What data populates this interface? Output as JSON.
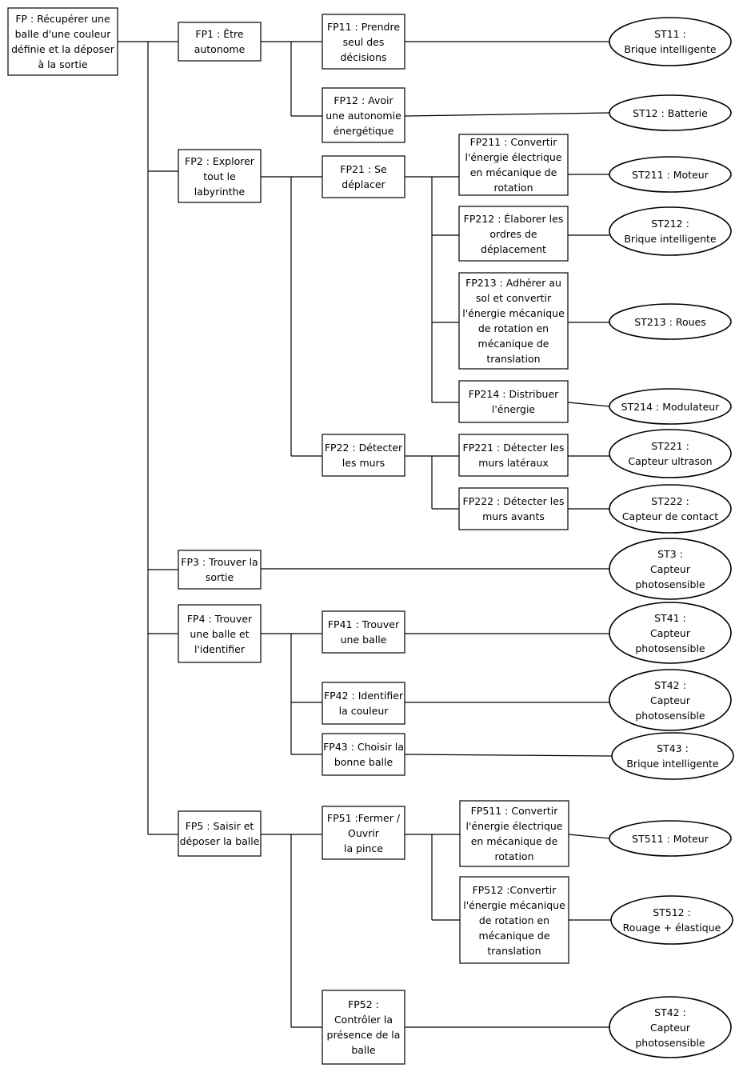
{
  "functions": {
    "fp": [
      "FP : Récupérer une",
      "balle d'une couleur",
      "définie et la déposer",
      "à la sortie"
    ],
    "fp1": [
      "FP1 : Être",
      "autonome"
    ],
    "fp11": [
      "FP11 : Prendre",
      "seul des",
      "décisions"
    ],
    "fp12": [
      "FP12 : Avoir",
      "une autonomie",
      "énergétique"
    ],
    "fp2": [
      "FP2 : Explorer",
      "tout le",
      "labyrinthe"
    ],
    "fp21": [
      "FP21 : Se",
      "déplacer"
    ],
    "fp211": [
      "FP211 : Convertir",
      "l'énergie électrique",
      "en mécanique de",
      "rotation"
    ],
    "fp212": [
      "FP212 : Élaborer les",
      "ordres de",
      "déplacement"
    ],
    "fp213": [
      "FP213 : Adhérer au",
      "sol et convertir",
      "l'énergie mécanique",
      "de rotation en",
      "mécanique de",
      "translation"
    ],
    "fp214": [
      "FP214 : Distribuer",
      "l'énergie"
    ],
    "fp22": [
      "FP22 : Détecter",
      "les murs"
    ],
    "fp221": [
      "FP221 : Détecter les",
      "murs latéraux"
    ],
    "fp222": [
      "FP222 : Détecter les",
      "murs avants"
    ],
    "fp3": [
      "FP3 : Trouver la",
      "sortie"
    ],
    "fp4": [
      "FP4 : Trouver",
      "une balle et",
      "l'identifier"
    ],
    "fp41": [
      "FP41 : Trouver",
      "une balle"
    ],
    "fp42": [
      "FP42 : Identifier",
      "la couleur"
    ],
    "fp43": [
      "FP43 : Choisir la",
      "bonne balle"
    ],
    "fp5": [
      "FP5 : Saisir et",
      "déposer la balle"
    ],
    "fp51": [
      "FP51 :Fermer /",
      "Ouvrir",
      "la pince"
    ],
    "fp511": [
      "FP511 : Convertir",
      "l'énergie électrique",
      "en mécanique de",
      "rotation"
    ],
    "fp512": [
      "FP512 :Convertir",
      "l'énergie mécanique",
      "de rotation en",
      "mécanique de",
      "translation"
    ],
    "fp52": [
      "FP52 :",
      "Contrôler la",
      "présence de la",
      "balle"
    ]
  },
  "solutions": {
    "st11": [
      "ST11 :",
      "Brique intelligente"
    ],
    "st12": [
      "ST12 : Batterie"
    ],
    "st211": [
      "ST211 : Moteur"
    ],
    "st212": [
      "ST212 :",
      "Brique intelligente"
    ],
    "st213": [
      "ST213 : Roues"
    ],
    "st214": [
      "ST214 : Modulateur"
    ],
    "st221": [
      "ST221 :",
      "Capteur ultrason"
    ],
    "st222": [
      "ST222 :",
      "Capteur de contact"
    ],
    "st3": [
      "ST3 :",
      "Capteur",
      "photosensible"
    ],
    "st41": [
      "ST41 :",
      "Capteur",
      "photosensible"
    ],
    "st42": [
      "ST42 :",
      "Capteur",
      "photosensible"
    ],
    "st43": [
      "ST43 :",
      "Brique intelligente"
    ],
    "st511": [
      "ST511 : Moteur"
    ],
    "st512": [
      "ST512 :",
      "Rouage + élastique"
    ],
    "st52": [
      "ST42 :",
      "Capteur",
      "photosensible"
    ]
  }
}
